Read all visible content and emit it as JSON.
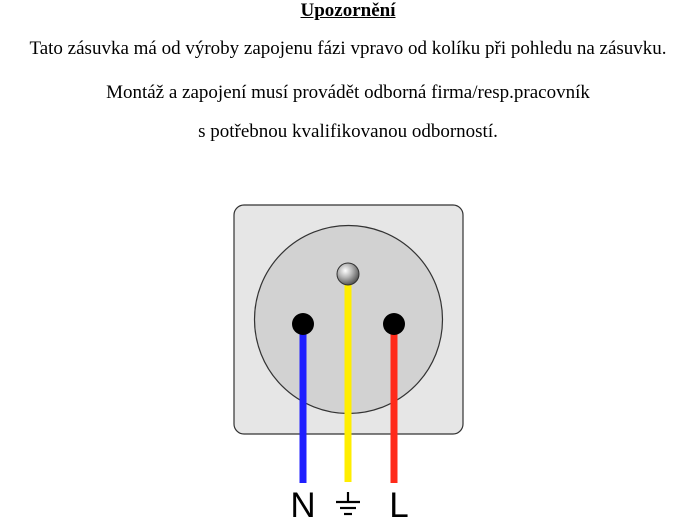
{
  "notice": {
    "title": "Upozornění",
    "lines": [
      "Tato zásuvka má od výroby zapojenu fázi vpravo od kolíku při pohledu na zásuvku.",
      "Montáž a zapojení musí provádět odborná firma/resp.pracovník",
      "s potřebnou kvalifikovanou odborností."
    ]
  },
  "diagram": {
    "wires": [
      {
        "label": "N",
        "color": "#1f1fff"
      },
      {
        "label": "",
        "color": "#ffee00",
        "icon": "ground-icon"
      },
      {
        "label": "L",
        "color": "#ff2a1a"
      }
    ],
    "colors": {
      "plate": "#e6e6e6",
      "recess": "#d2d2d2",
      "outline": "#333333",
      "pin_hole": "#000000"
    }
  }
}
